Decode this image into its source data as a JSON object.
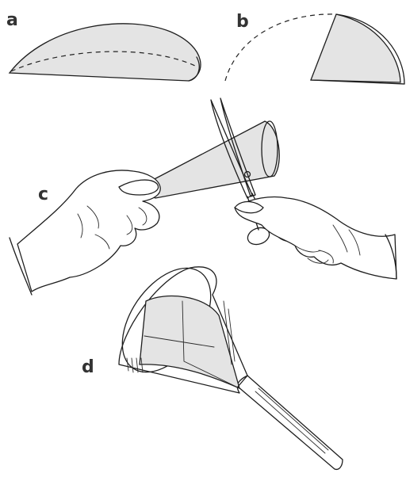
{
  "figure": {
    "panels": [
      {
        "id": "a",
        "label": "a",
        "subject": "filter-paper-folded-in-half"
      },
      {
        "id": "b",
        "label": "b",
        "subject": "filter-paper-folded-in-quarter"
      },
      {
        "id": "c",
        "label": "c",
        "subject": "cutting-filter-cone-with-scissors"
      },
      {
        "id": "d",
        "label": "d",
        "subject": "filter-paper-cone-in-funnel"
      }
    ],
    "colors": {
      "paper": "#e4e4e4",
      "ink": "#1e1e1e",
      "label": "#333333",
      "background": "#ffffff"
    }
  }
}
